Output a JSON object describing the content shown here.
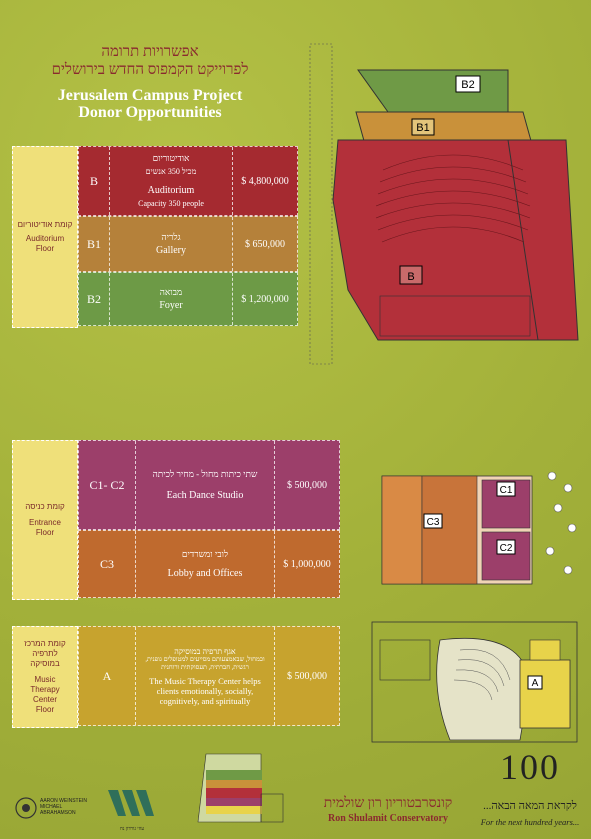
{
  "header": {
    "he_line1": "אפשרויות תרומה",
    "he_line2": "לפרוייקט הקמפוס החדש בירושלים",
    "en_line1": "Jerusalem Campus Project",
    "en_line2": "Donor Opportunities"
  },
  "sections": [
    {
      "floor_he": "קומת אודיטוריום",
      "floor_en": "Auditorium Floor",
      "rows": [
        {
          "code": "B",
          "he": "אודיטוריום",
          "he_sub": "מכיל 350 אנשים",
          "en": "Auditorium",
          "en_sub": "Capacity 350 people",
          "price": "$ 4,800,000",
          "color": "#a52a30"
        },
        {
          "code": "B1",
          "he": "גלריה",
          "he_sub": "",
          "en": "Gallery",
          "en_sub": "",
          "price": "$   650,000",
          "color": "#b5813a"
        },
        {
          "code": "B2",
          "he": "מבואה",
          "he_sub": "",
          "en": "Foyer",
          "en_sub": "",
          "price": "$ 1,200,000",
          "color": "#6d9a46"
        }
      ]
    },
    {
      "floor_he": "קומת כניסה",
      "floor_en": "Entrance Floor",
      "rows": [
        {
          "code": "C1- C2",
          "he": "שתי כיתות מחול - מחיר לכיתה",
          "he_sub": "",
          "en": "Each Dance Studio",
          "en_sub": "",
          "price": "$   500,000",
          "color": "#9c3f6a"
        },
        {
          "code": "C3",
          "he": "לובי ומשרדים",
          "he_sub": "",
          "en": "Lobby and Offices",
          "en_sub": "",
          "price": "$ 1,000,000",
          "color": "#bf6a2e"
        }
      ]
    },
    {
      "floor_he": "קומת המרכז לתרפיה במוסיקה",
      "floor_en": "Music Therapy Center Floor",
      "rows": [
        {
          "code": "A",
          "he": "אגף תרפיה במוסיקה",
          "he_sub": "וכמחול, שבאמצעותם מסייעים למטופלים גופנית, רגשית, חברתית, תעסוקתית ורוחנית",
          "en": "The Music Therapy Center helps clients emotionally, socially, cognitively, and spiritually",
          "en_sub": "",
          "price": "$   500,000",
          "color": "#c7a32e"
        }
      ]
    }
  ],
  "plans": {
    "auditorium_labels": [
      "B2",
      "B1",
      "B"
    ],
    "entrance_labels": [
      "C1",
      "C3",
      "C2"
    ],
    "therapy_labels": [
      "A"
    ]
  },
  "footer": {
    "conservatory_he": "קונסרבטוריון רון שולמית",
    "conservatory_en": "Ron Shulamit Conservatory",
    "hundred": "100",
    "slogan_he": "לקראת המאה הבאה...",
    "slogan_en": "For the next hundred years...",
    "architect_line": "AARON WEINSTEIN",
    "architect_line2": "MICHAEL ABRAHAMSON",
    "builder_line": "עוזי גורדון נח"
  }
}
